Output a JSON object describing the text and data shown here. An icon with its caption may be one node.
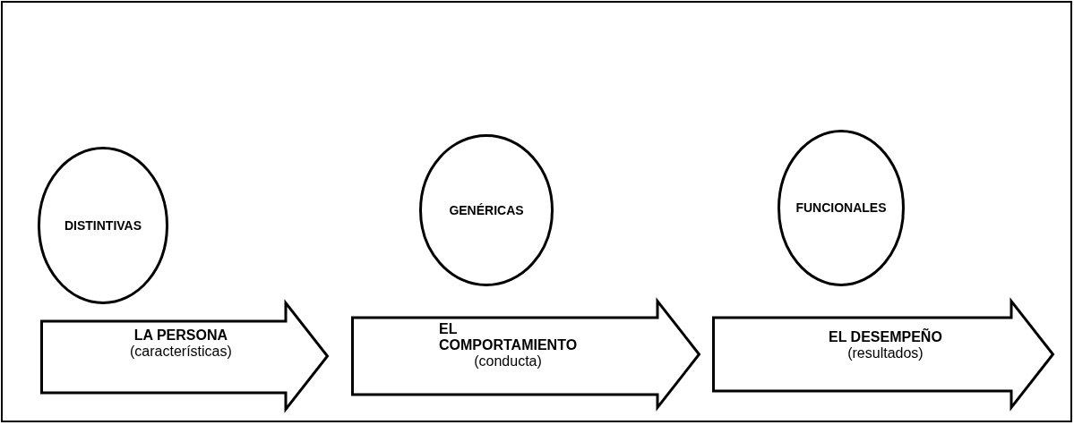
{
  "diagram": {
    "nodes": [
      {
        "text": [
          "DISTINTIVAS"
        ]
      },
      {
        "text": [
          "GENÉRICAS"
        ]
      },
      {
        "text": [
          "FUNCIONALES"
        ]
      },
      {
        "text": [
          "LA PERSONA",
          "(características)"
        ]
      },
      {
        "text": [
          "EL COMPORTAMIENTO",
          "(conducta)"
        ]
      },
      {
        "text": [
          "EL DESEMPEÑO",
          "(resultados)"
        ]
      }
    ]
  }
}
